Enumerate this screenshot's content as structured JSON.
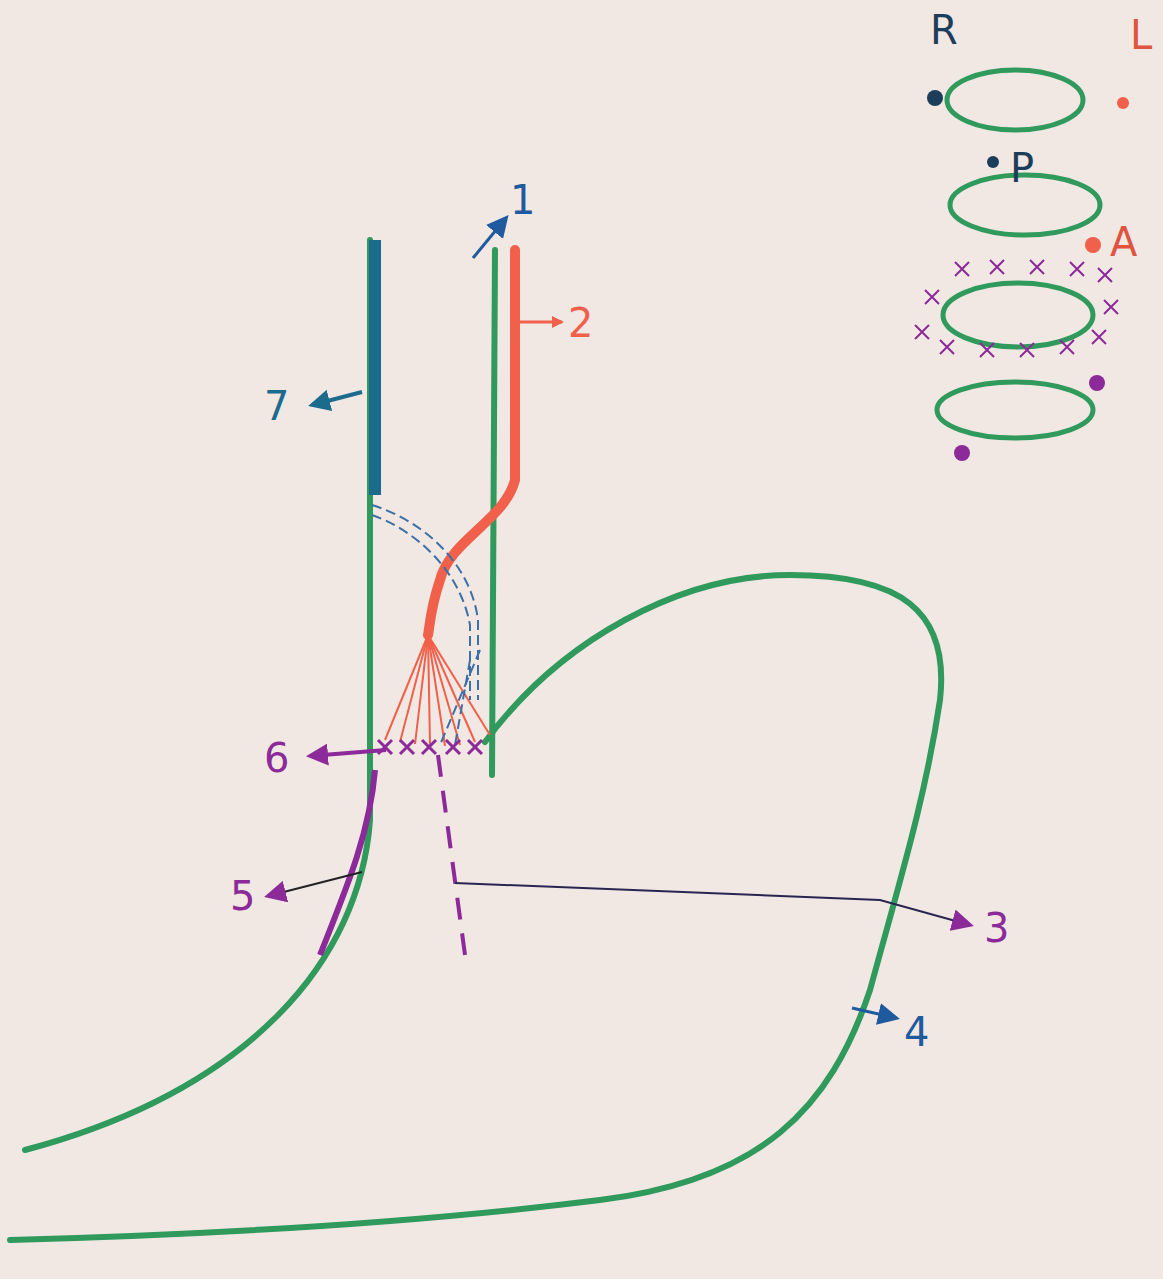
{
  "diagram": {
    "labels": [
      "R",
      "L",
      "1",
      "P",
      "A",
      "2",
      "7",
      "6",
      "5",
      "3",
      "4"
    ]
  }
}
